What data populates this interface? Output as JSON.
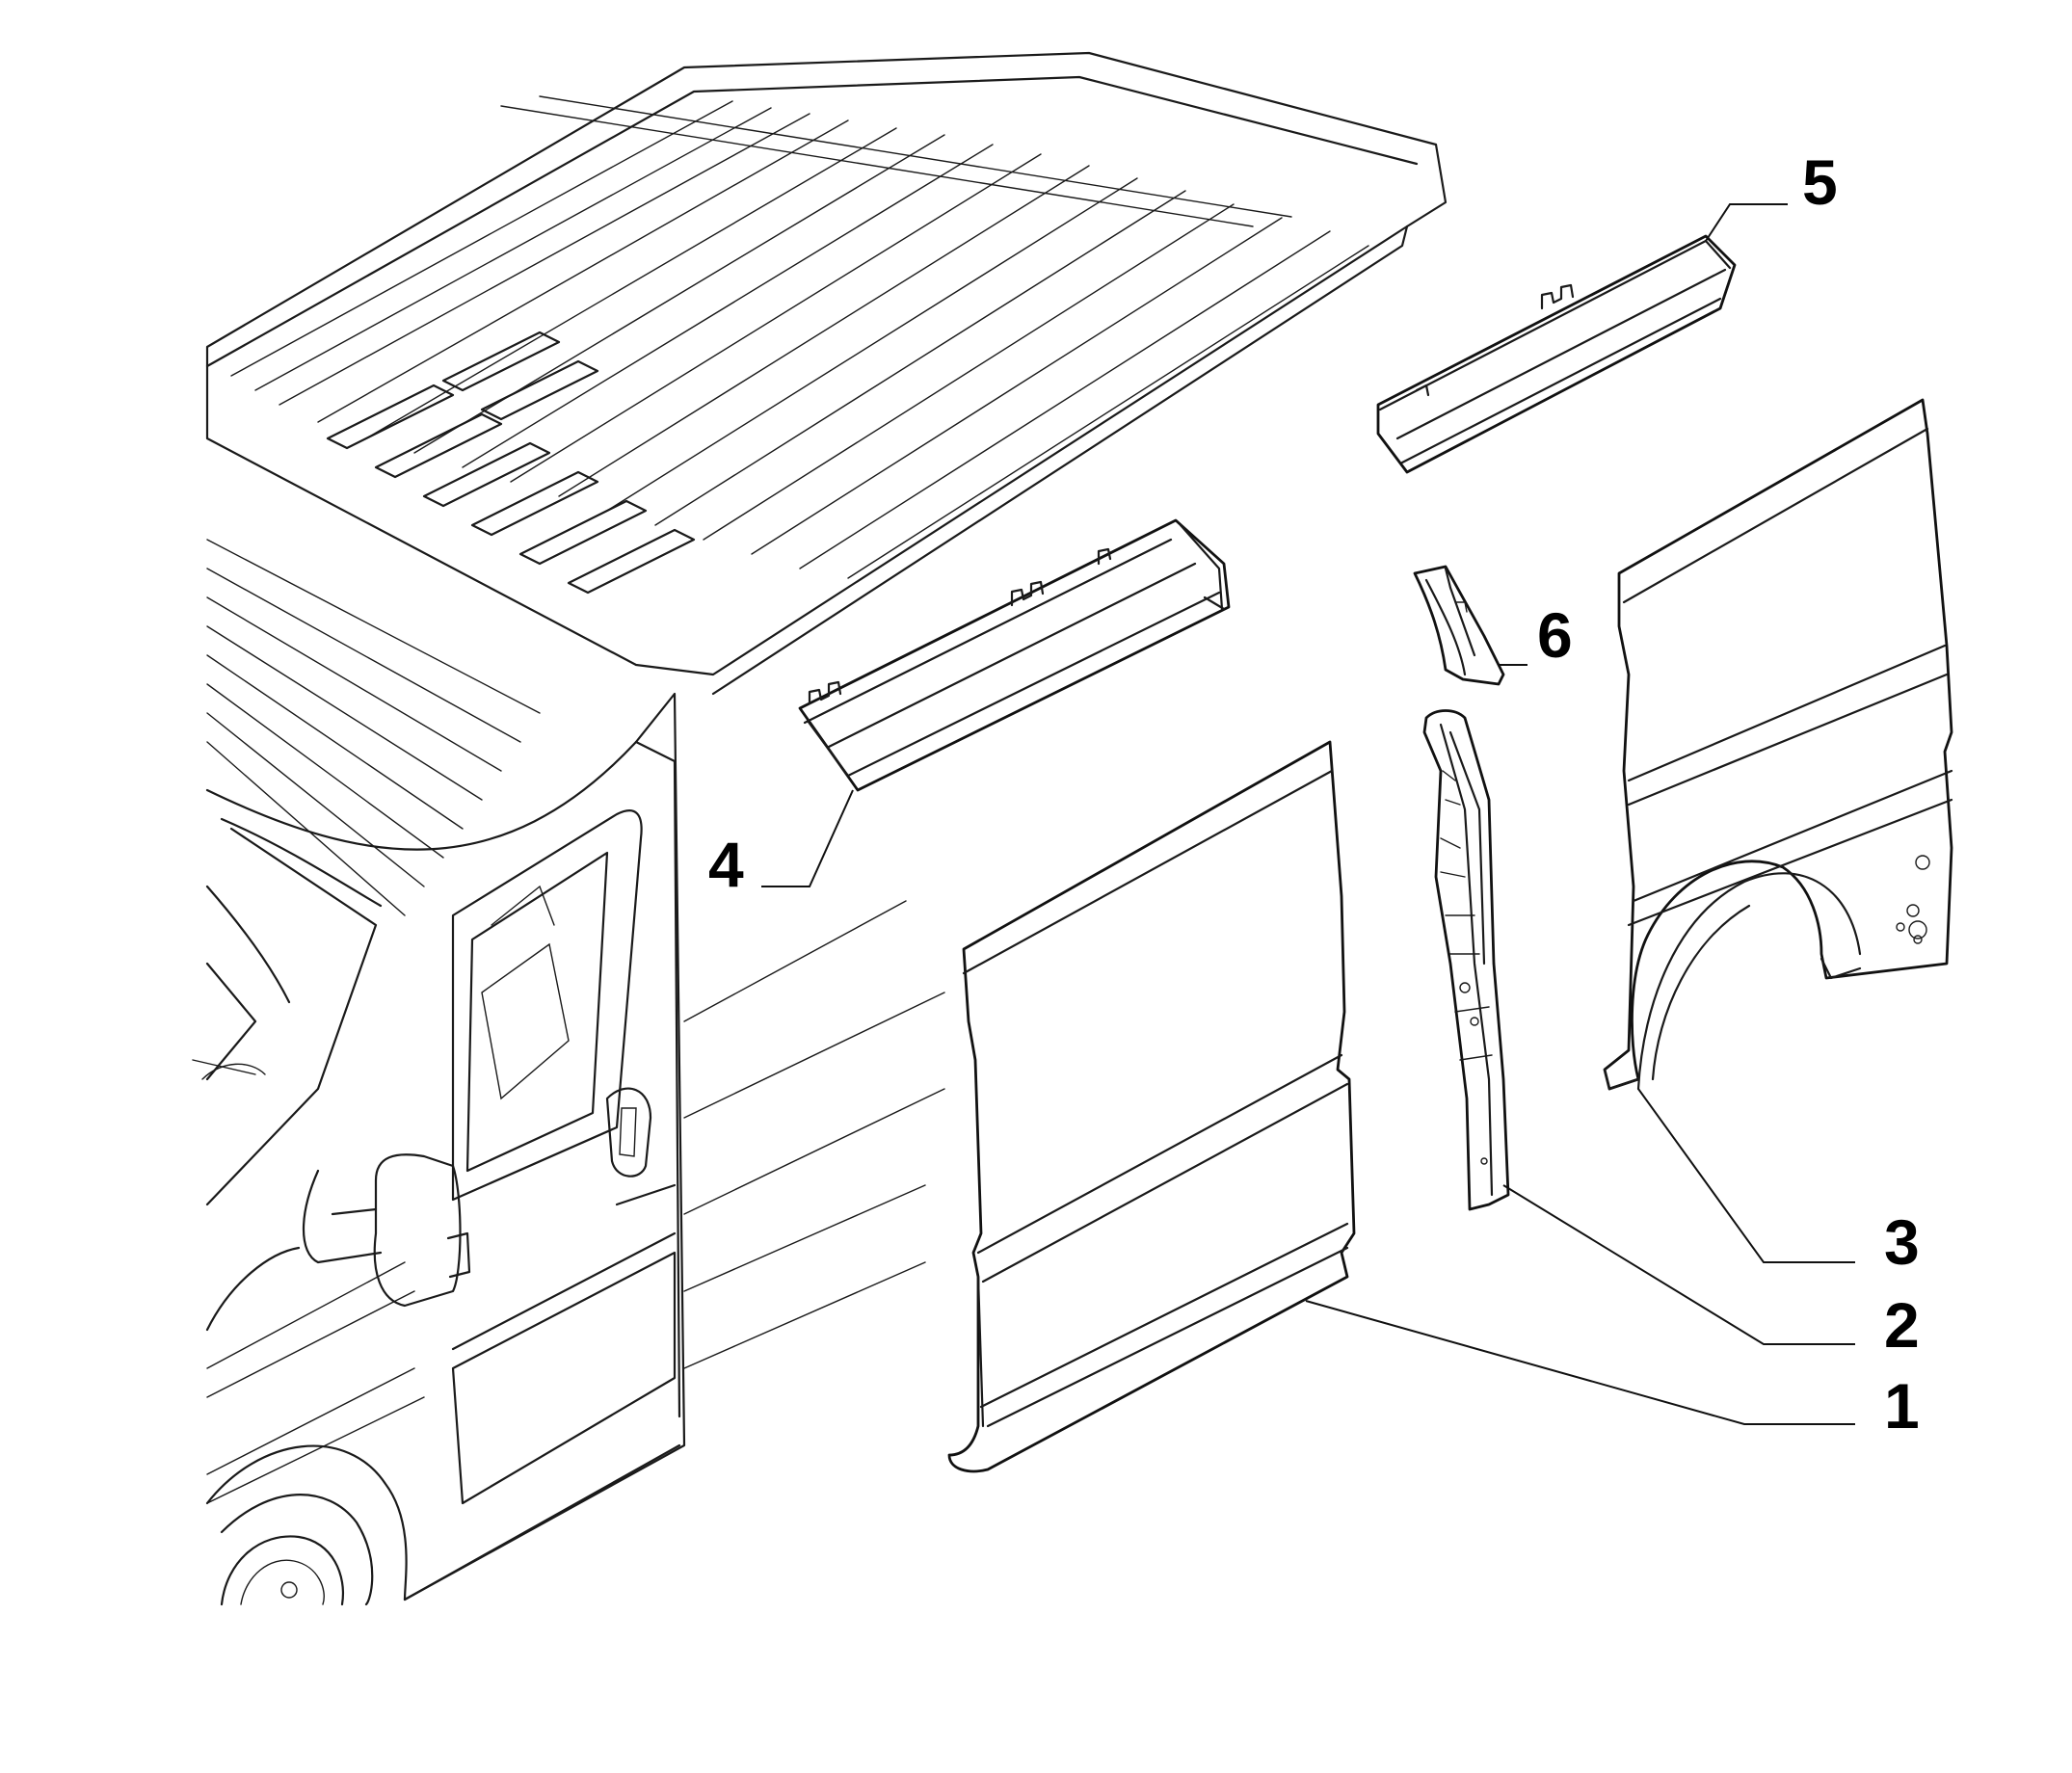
{
  "callouts": [
    {
      "id": "1",
      "label": "1"
    },
    {
      "id": "2",
      "label": "2"
    },
    {
      "id": "3",
      "label": "3"
    },
    {
      "id": "4",
      "label": "4"
    },
    {
      "id": "5",
      "label": "5"
    },
    {
      "id": "6",
      "label": "6"
    }
  ],
  "colors": {
    "line": "#111111",
    "background": "#ffffff"
  }
}
